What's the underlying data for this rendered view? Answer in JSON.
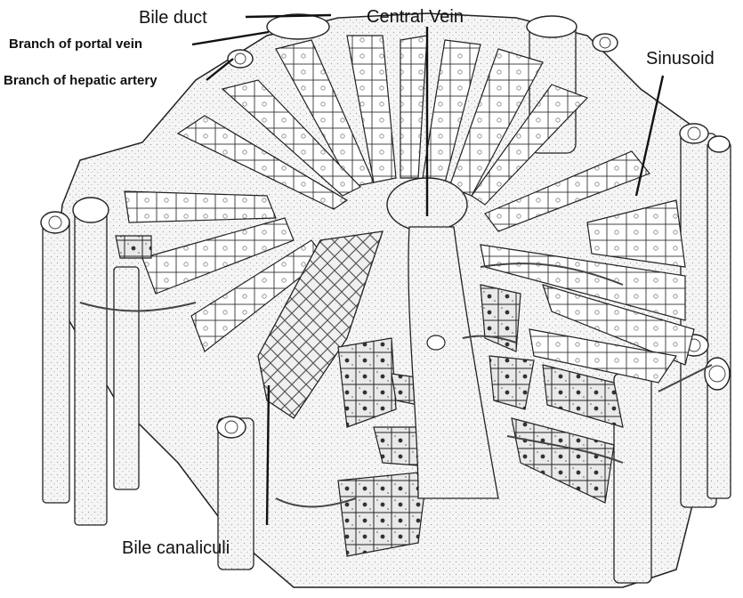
{
  "labels": {
    "bile_duct": "Bile duct",
    "central_vein": "Central Vein",
    "branch_portal_vein": "Branch of portal vein",
    "branch_hepatic_artery": "Branch of hepatic artery",
    "sinusoid": "Sinusoid",
    "bile_canaliculi": "Bile canaliculi"
  },
  "colors": {
    "line": "#222222",
    "tissue": "#f3f3f3",
    "cell": "#ffffff",
    "stipple": "#9a9a9a",
    "dark_cell": "#cfcfcf"
  }
}
